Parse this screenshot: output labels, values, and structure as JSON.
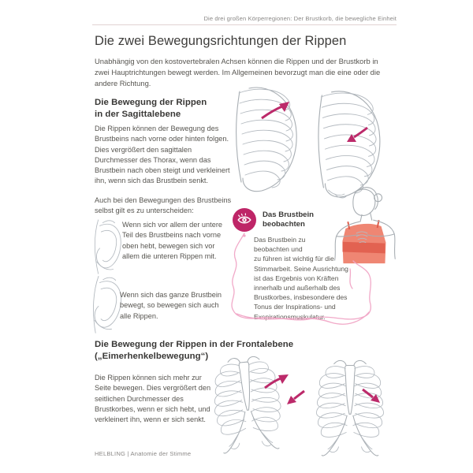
{
  "colors": {
    "accent": "#be2567",
    "pink_line": "#f1a9c8",
    "coral_top": "#ef8673",
    "coral_band": "#df5c4b",
    "lineart": "#a8aeb3"
  },
  "header": {
    "running_title": "Die drei großen Körperregionen: Der Brustkorb, die bewegliche Einheit"
  },
  "page": {
    "title": "Die zwei Bewegungsrichtungen der Rippen",
    "intro": "Unabhängig von den kostovertebralen Achsen können die Rippen und der Brustkorb in zwei Hauptrichtungen bewegt werden. Im Allgemeinen bevorzugt man die eine oder die andere Richtung."
  },
  "sagittal": {
    "heading": "Die Bewegung der Rippen\nin der Sagittalebene",
    "body": "Die Rippen können der Bewegung des Brustbeins nach vorne oder hinten folgen. Dies vergrößert den sagittalen Durchmesser des Thorax, wenn das Brustbein nach oben steigt und verkleinert ihn, wenn sich das Brustbein senkt.",
    "sternum_intro": "Auch bei den Bewegungen des Brustbeins selbst gilt es zu unterscheiden:",
    "cases": [
      {
        "text": "Wenn sich vor allem der untere Teil des Brustbeins nach vorne oben hebt, bewegen sich vor allem die unteren Rippen mit."
      },
      {
        "text": "Wenn sich das ganze Brustbein bewegt, so bewegen sich auch alle Rippen."
      }
    ]
  },
  "observe_box": {
    "icon": "eye-icon",
    "heading": "Das Brustbein\nbeobachten",
    "body": "Das Brustbein zu beobachten und zu führen ist wichtig für die Stimmarbeit. Seine Ausrichtung ist das Ergebnis von Kräften innerhalb und außerhalb des Brustkorbes, insbesondere des Tonus der Inspirations- und Exspirationsmuskulatur."
  },
  "frontal": {
    "heading": "Die Bewegung der Rippen in der Frontalebene\n(„Eimerhenkelbewegung“)",
    "body": "Die Rippen können sich mehr zur Seite bewegen. Dies vergrößert den seitlichen Durchmesser des Brustkorbes, wenn er sich hebt, und verkleinert ihn, wenn er sich senkt."
  },
  "footer": {
    "text": "HELBLING | Anatomie der Stimme"
  }
}
